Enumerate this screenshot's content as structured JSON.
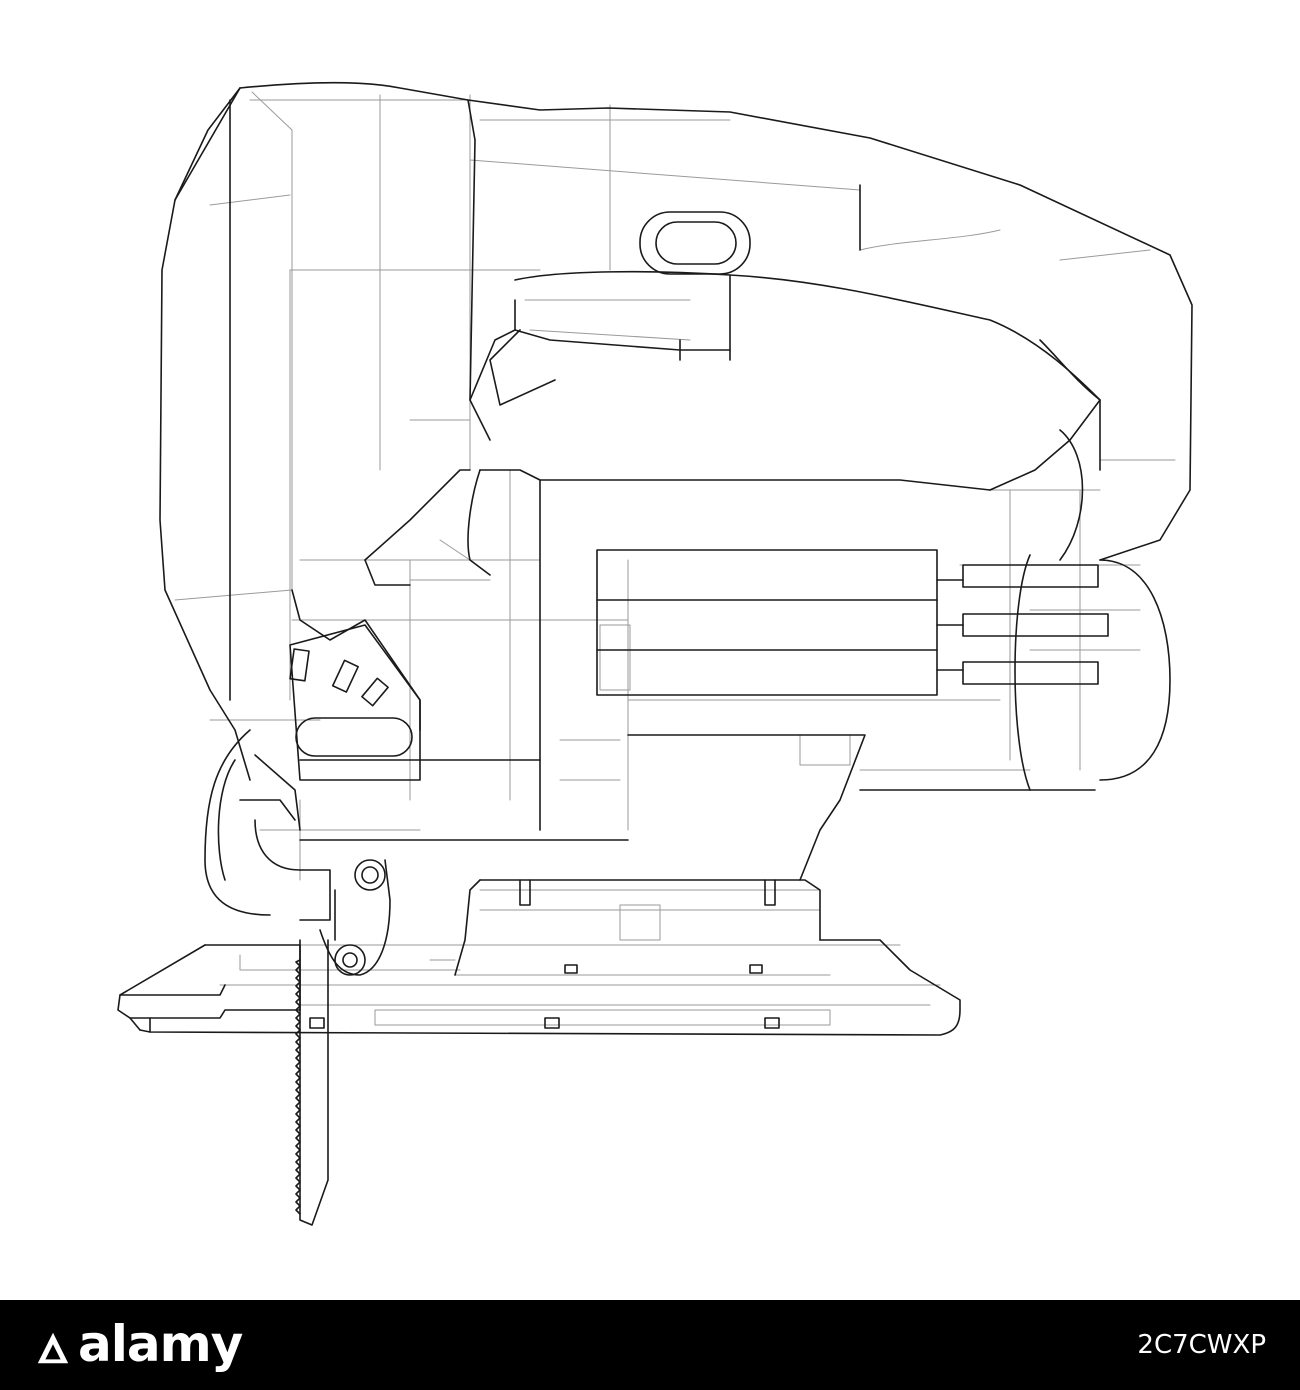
{
  "footer": {
    "logo_text": "alamy",
    "image_id": "2C7CWXP"
  },
  "colors": {
    "line_dark": "#1a1a1a",
    "line_light": "#9a9a9a",
    "background": "#ffffff",
    "footer_bg": "#000000",
    "footer_text": "#ffffff"
  },
  "drawing": {
    "subject": "jigsaw-wireframe"
  }
}
